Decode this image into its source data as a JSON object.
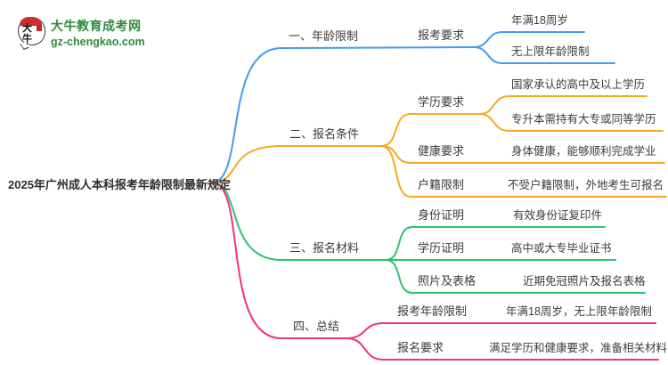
{
  "logo": {
    "badge_text": "大牛",
    "site_name": "大牛教育成考网",
    "site_url": "gz-chengkao.com"
  },
  "root_title": "2025年广州成人本科报考年龄限制最新规定",
  "mindmap": {
    "branches": [
      {
        "label": "一、年龄限制",
        "color": "#3f9cf1",
        "children": [
          {
            "label": "报考要求",
            "children": [
              {
                "label": "年满18周岁"
              },
              {
                "label": "无上限年龄限制"
              }
            ]
          }
        ]
      },
      {
        "label": "二、报名条件",
        "color": "#f7a823",
        "children": [
          {
            "label": "学历要求",
            "children": [
              {
                "label": "国家承认的高中及以上学历"
              },
              {
                "label": "专升本需持有大专或同等学历"
              }
            ]
          },
          {
            "label": "健康要求",
            "children": [
              {
                "label": "身体健康，能够顺利完成学业"
              }
            ]
          },
          {
            "label": "户籍限制",
            "children": [
              {
                "label": "不受户籍限制，外地考生可报名"
              }
            ]
          }
        ]
      },
      {
        "label": "三、报名材料",
        "color": "#2ec46e",
        "children": [
          {
            "label": "身份证明",
            "children": [
              {
                "label": "有效身份证复印件"
              }
            ]
          },
          {
            "label": "学历证明",
            "children": [
              {
                "label": "高中或大专毕业证书"
              }
            ]
          },
          {
            "label": "照片及表格",
            "children": [
              {
                "label": "近期免冠照片及报名表格"
              }
            ]
          }
        ]
      },
      {
        "label": "四、总结",
        "color": "#f4317c",
        "children": [
          {
            "label": "报考年龄限制",
            "children": [
              {
                "label": "年满18周岁，无上限年龄限制"
              }
            ]
          },
          {
            "label": "报名要求",
            "children": [
              {
                "label": "满足学历和健康要求，准备相关材料"
              }
            ]
          }
        ]
      }
    ]
  }
}
